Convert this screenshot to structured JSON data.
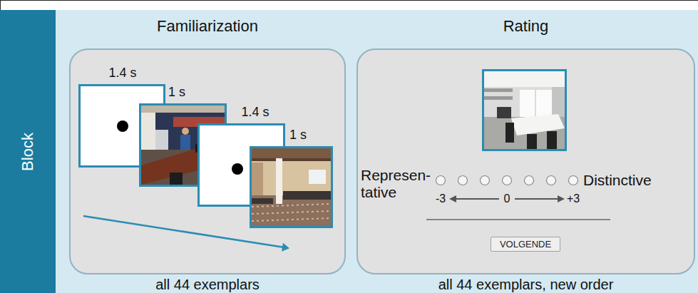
{
  "diagram": {
    "nodes": [
      {
        "text": [
          "Block"
        ]
      },
      {
        "text": [
          "Familiarization",
          "all 44 exemplars"
        ]
      },
      {
        "text": [
          "1.4 s"
        ],
        "in": 1
      },
      {
        "text": [
          "1 s"
        ],
        "in": 1
      },
      {
        "text": [
          "1.4 s"
        ],
        "in": 1
      },
      {
        "text": [
          "1 s"
        ],
        "in": 1
      },
      {
        "text": [
          "Rating",
          "all 44 exemplars, new order"
        ]
      },
      {
        "text": [
          "VOLGENDE"
        ],
        "in": 6
      }
    ],
    "labels": [
      "Represen- tative",
      "-3",
      "0",
      "+3",
      "Distinctive"
    ]
  }
}
